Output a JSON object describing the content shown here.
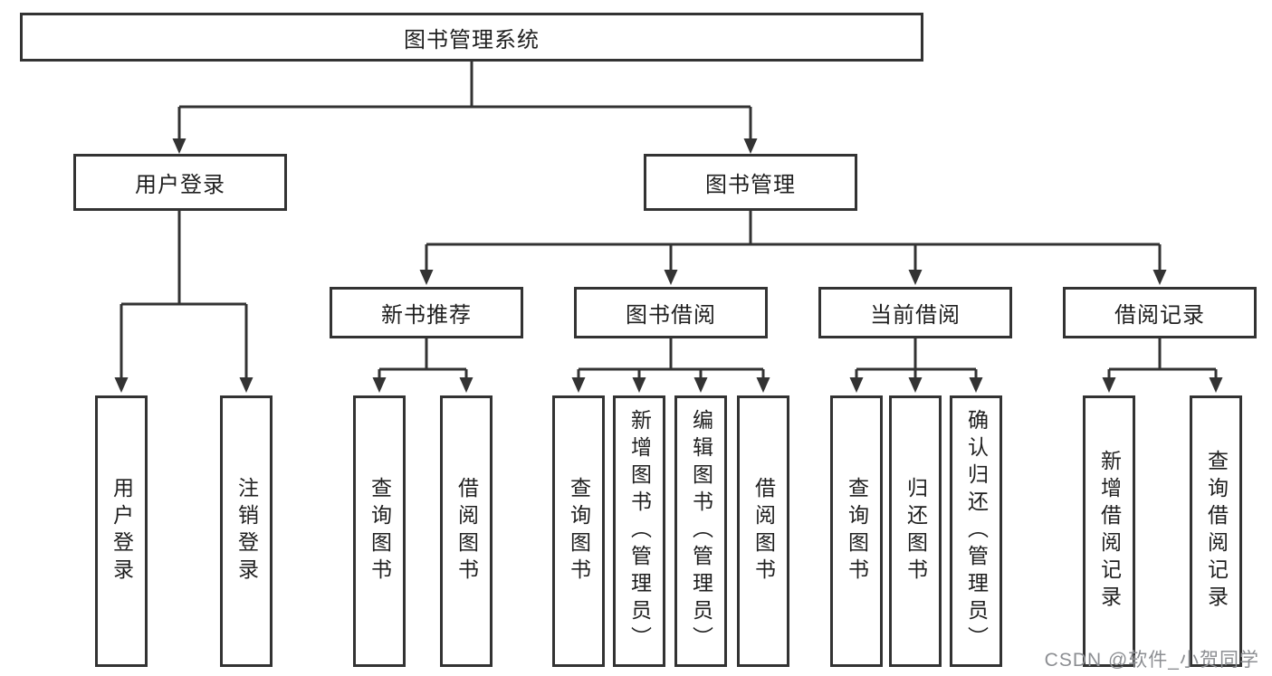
{
  "diagram": {
    "title": "图书管理系统",
    "branches": [
      {
        "label": "用户登录",
        "children": [
          {
            "label": "用户登录"
          },
          {
            "label": "注销登录"
          }
        ]
      },
      {
        "label": "图书管理",
        "children": [
          {
            "label": "新书推荐",
            "children": [
              {
                "label": "查询图书"
              },
              {
                "label": "借阅图书"
              }
            ]
          },
          {
            "label": "图书借阅",
            "children": [
              {
                "label": "查询图书"
              },
              {
                "label": "新增图书（管理员）"
              },
              {
                "label": "编辑图书（管理员）"
              },
              {
                "label": "借阅图书"
              }
            ]
          },
          {
            "label": "当前借阅",
            "children": [
              {
                "label": "查询图书"
              },
              {
                "label": "归还图书"
              },
              {
                "label": "确认归还（管理员）"
              }
            ]
          },
          {
            "label": "借阅记录",
            "children": [
              {
                "label": "新增借阅记录"
              },
              {
                "label": "查询借阅记录"
              }
            ]
          }
        ]
      }
    ]
  },
  "watermark": {
    "text": "CSDN @软件_小贺同学"
  },
  "colors": {
    "line": "#333333",
    "text": "#1f1f1f",
    "background": "#ffffff",
    "watermark": "#8c8e92"
  }
}
